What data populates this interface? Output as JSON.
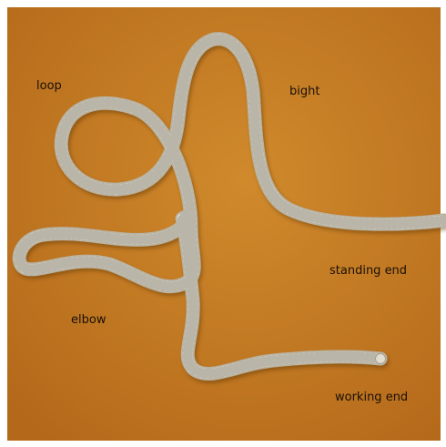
{
  "labels": {
    "loop": "loop",
    "bight": "bight",
    "standing_end": "standing end",
    "elbow": "elbow",
    "working_end": "working end"
  },
  "colors": {
    "background": "#c57a1e",
    "rope": "#ecebe4",
    "rope_shade": "#b9b3a2",
    "rope_texture": "#8f8876"
  }
}
